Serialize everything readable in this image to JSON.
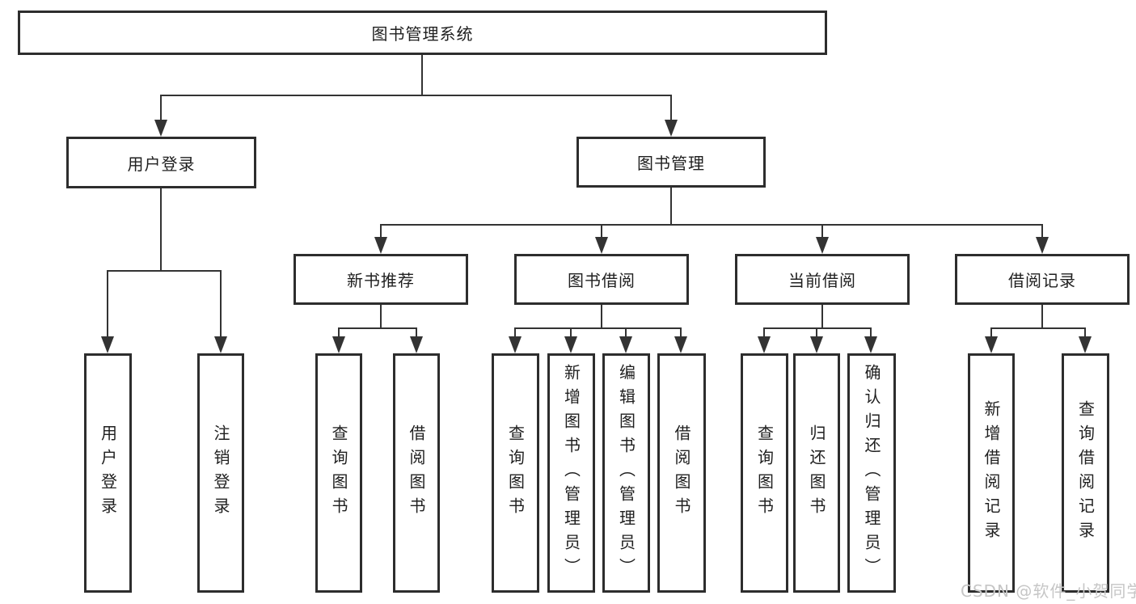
{
  "colors": {
    "line": "#333333",
    "border": "#2d2d2d",
    "text": "#1f1f1f",
    "watermark": "#c6c6c6",
    "bg": "#ffffff"
  },
  "nodes": {
    "root": "图书管理系统",
    "user_login": "用户登录",
    "book_mgmt": "图书管理",
    "new_book_rec": "新书推荐",
    "book_borrow": "图书借阅",
    "current_borrow": "当前借阅",
    "borrow_record": "借阅记录",
    "ul_user_login": "用户登录",
    "ul_logout": "注销登录",
    "nb_query_books": "查询图书",
    "nb_borrow_books": "借阅图书",
    "bb_query_books": "查询图书",
    "bb_add_books": "新增图书（管理员）",
    "bb_edit_books": "编辑图书（管理员）",
    "bb_borrow_books": "借阅图书",
    "cb_query_books": "查询图书",
    "cb_return_books": "归还图书",
    "cb_confirm_return": "确认归还（管理员）",
    "br_add_record": "新增借阅记录",
    "br_query_record": "查询借阅记录"
  },
  "hierarchy": {
    "图书管理系统": [
      "用户登录",
      "图书管理"
    ],
    "用户登录": [
      "用户登录",
      "注销登录"
    ],
    "图书管理": [
      "新书推荐",
      "图书借阅",
      "当前借阅",
      "借阅记录"
    ],
    "新书推荐": [
      "查询图书",
      "借阅图书"
    ],
    "图书借阅": [
      "查询图书",
      "新增图书（管理员）",
      "编辑图书（管理员）",
      "借阅图书"
    ],
    "当前借阅": [
      "查询图书",
      "归还图书",
      "确认归还（管理员）"
    ],
    "借阅记录": [
      "新增借阅记录",
      "查询借阅记录"
    ]
  },
  "watermark": {
    "text": "CSDN @软件_小贺同学"
  }
}
